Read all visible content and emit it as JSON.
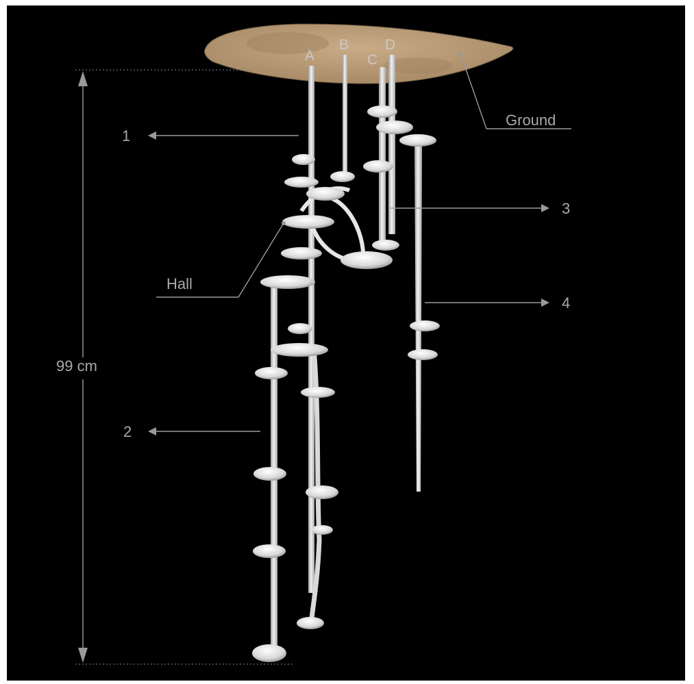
{
  "labels": {
    "ground": "Ground",
    "hall": "Hall",
    "depth": "99 cm",
    "shaft_a": "A",
    "shaft_b": "B",
    "shaft_c": "C",
    "shaft_d": "D",
    "level_1": "1",
    "level_2": "2",
    "level_3": "3",
    "level_4": "4"
  },
  "colors": {
    "background": "#000000",
    "ground_surface": "#b89b78",
    "tunnel": "#e4e4e4",
    "annotation": "#a9a9a9"
  }
}
